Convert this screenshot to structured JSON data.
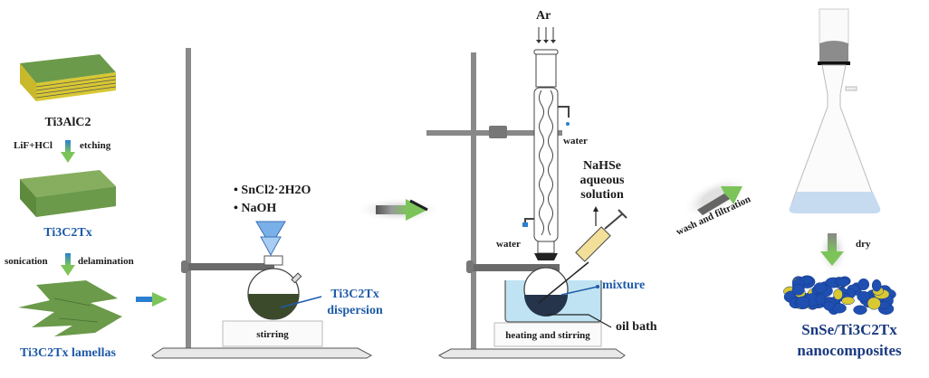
{
  "step1": {
    "precursor_label": "Ti3AlC2",
    "etching_left": "LiF+HCl",
    "etching_right": "etching",
    "mxene_label": "Ti3C2Tx",
    "delam_left": "sonication",
    "delam_right": "delamination",
    "lamellas_label": "Ti3C2Tx lamellas"
  },
  "step2": {
    "reagents": [
      "SnCl2·2H2O",
      "NaOH"
    ],
    "dispersion_label_line1": "Ti3C2Tx",
    "dispersion_label_line2": "dispersion",
    "plate_label": "stirring"
  },
  "step3": {
    "gas_label": "Ar",
    "water_out_label": "water",
    "water_in_label": "water",
    "reagent_line1": "NaHSe",
    "reagent_line2": "aqueous",
    "reagent_line3": "solution",
    "mixture_label": "mixture",
    "bath_label": "oil bath",
    "plate_label": "heating and stirring"
  },
  "step4": {
    "transfer_label": "wash and filtration",
    "dry_label": "dry",
    "product_line1": "SnSe/Ti3C2Tx",
    "product_line2": "nanocomposites"
  },
  "colors": {
    "mxene_green": "#6b9a4a",
    "max_yellow": "#d8c832",
    "label_blue": "#1e5aa8",
    "stand_gray": "#8a8a8a",
    "bath_blue": "#bfe3f2",
    "product_blue": "#1f4fb0",
    "arrow_green": "#7cc45a"
  }
}
